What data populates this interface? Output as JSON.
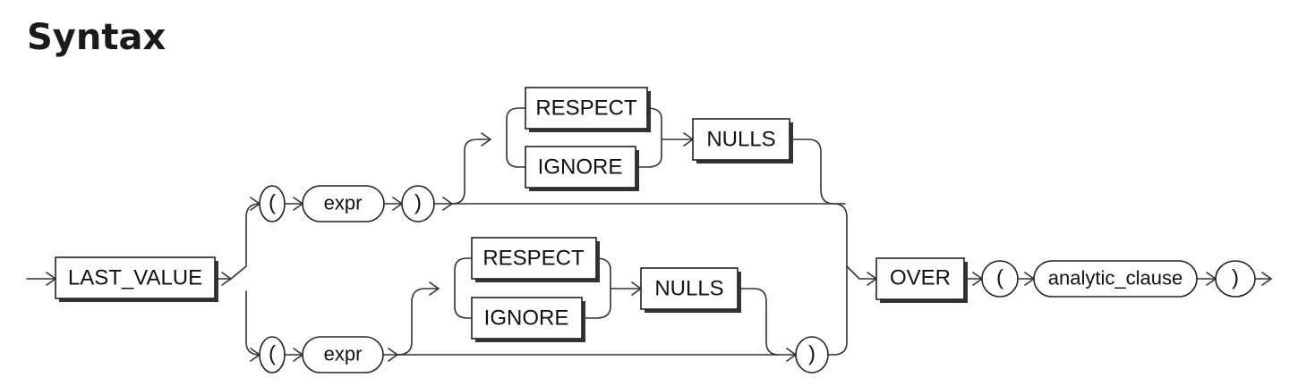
{
  "heading": "Syntax",
  "diagram": {
    "function_keyword": "LAST_VALUE",
    "upper_branch": {
      "open_paren": "(",
      "expr": "expr",
      "close_paren": ")",
      "respect": "RESPECT",
      "ignore": "IGNORE",
      "nulls": "NULLS"
    },
    "lower_branch": {
      "open_paren": "(",
      "expr": "expr",
      "respect": "RESPECT",
      "ignore": "IGNORE",
      "nulls": "NULLS",
      "close_paren": ")"
    },
    "over_keyword": "OVER",
    "over_open_paren": "(",
    "analytic_clause": "analytic_clause",
    "over_close_paren": ")"
  }
}
